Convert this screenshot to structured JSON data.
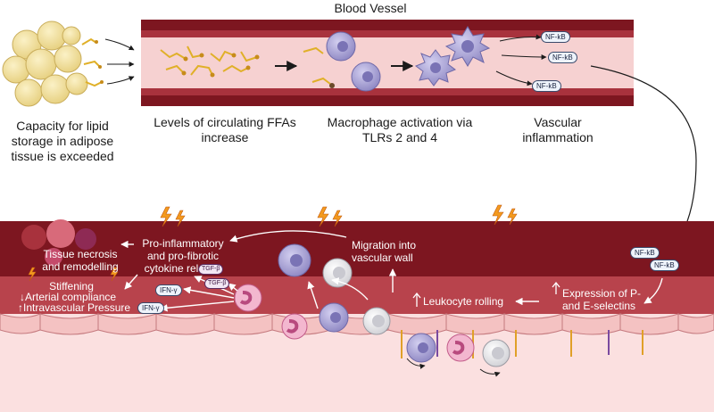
{
  "title": "Blood Vessel",
  "captions": {
    "adipose": "Capacity for lipid storage in adipose tissue is exceeded",
    "ffa": "Levels of circulating FFAs increase",
    "macrophage": "Macrophage activation via TLRs 2 and 4",
    "vascular": "Vascular inflammation"
  },
  "nfkb": [
    "NF-kB",
    "NF-kB",
    "NF-kB",
    "NF-kB",
    "NF-kB"
  ],
  "labels": {
    "tissue": "Tissue necrosis and remodelling",
    "cytokine": "Pro-inflammatory and pro-fibrotic cytokine release",
    "migration": "Migration into vascular wall",
    "stiffening": "Stiffening",
    "compliance": "↓Arterial compliance",
    "pressure": "↑Intravascular Pressure",
    "rolling": "Leukocyte rolling",
    "selectins": "Expression of P- and E-selectins"
  },
  "cytokines": [
    "TGF-β",
    "TGF-β",
    "IFN-γ",
    "IFN-γ"
  ],
  "colors": {
    "vessel_dark": "#7d1620",
    "vessel_light": "#f6d1d1",
    "lumen_mid": "#b8434c",
    "tissue": "#fbe0e0",
    "adipocyte": "#f3e2a0",
    "macrophage": "#a9a3d6",
    "neutrophil": "#e27aa4"
  }
}
